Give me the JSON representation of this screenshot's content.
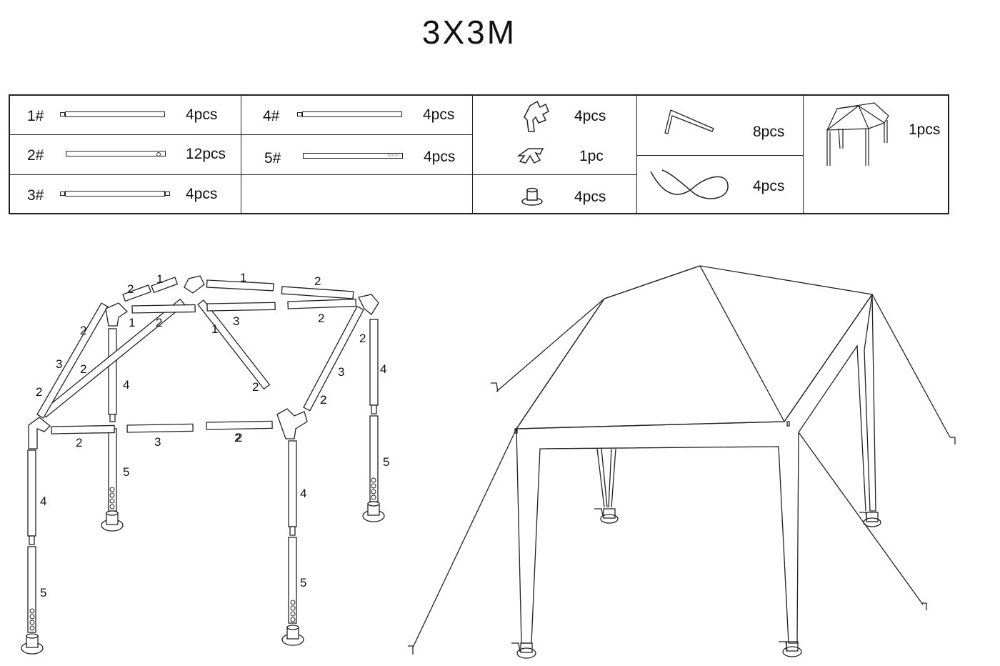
{
  "title": "3X3M",
  "parts": {
    "p1": {
      "label": "1#",
      "qty": "4pcs"
    },
    "p2": {
      "label": "2#",
      "qty": "12pcs"
    },
    "p3": {
      "label": "3#",
      "qty": "4pcs"
    },
    "p4": {
      "label": "4#",
      "qty": "4pcs"
    },
    "p5": {
      "label": "5#",
      "qty": "4pcs"
    },
    "connector": {
      "qty": "4pcs"
    },
    "top_connector": {
      "qty": "1pc"
    },
    "foot": {
      "qty": "4pcs"
    },
    "stake": {
      "qty": "8pcs"
    },
    "rope": {
      "qty": "4pcs"
    },
    "canopy": {
      "qty": "1pcs"
    }
  },
  "diagram": {
    "labels": {
      "l1": "1",
      "l2": "2",
      "l3": "2",
      "l4": "1",
      "l5": "1",
      "l6": "2",
      "l7": "1",
      "l8": "3",
      "l9": "2",
      "l10": "2",
      "l11": "2",
      "l12": "2",
      "l13": "3",
      "l14": "2",
      "l15": "2",
      "l16": "4",
      "l17": "2",
      "l18": "3",
      "l19": "2",
      "l20": "4",
      "l21": "2",
      "l22": "2",
      "l23": "3",
      "l24": "2",
      "l25": "5",
      "l26": "5",
      "l27": "4",
      "l28": "4",
      "l29": "5",
      "l30": "5"
    }
  }
}
